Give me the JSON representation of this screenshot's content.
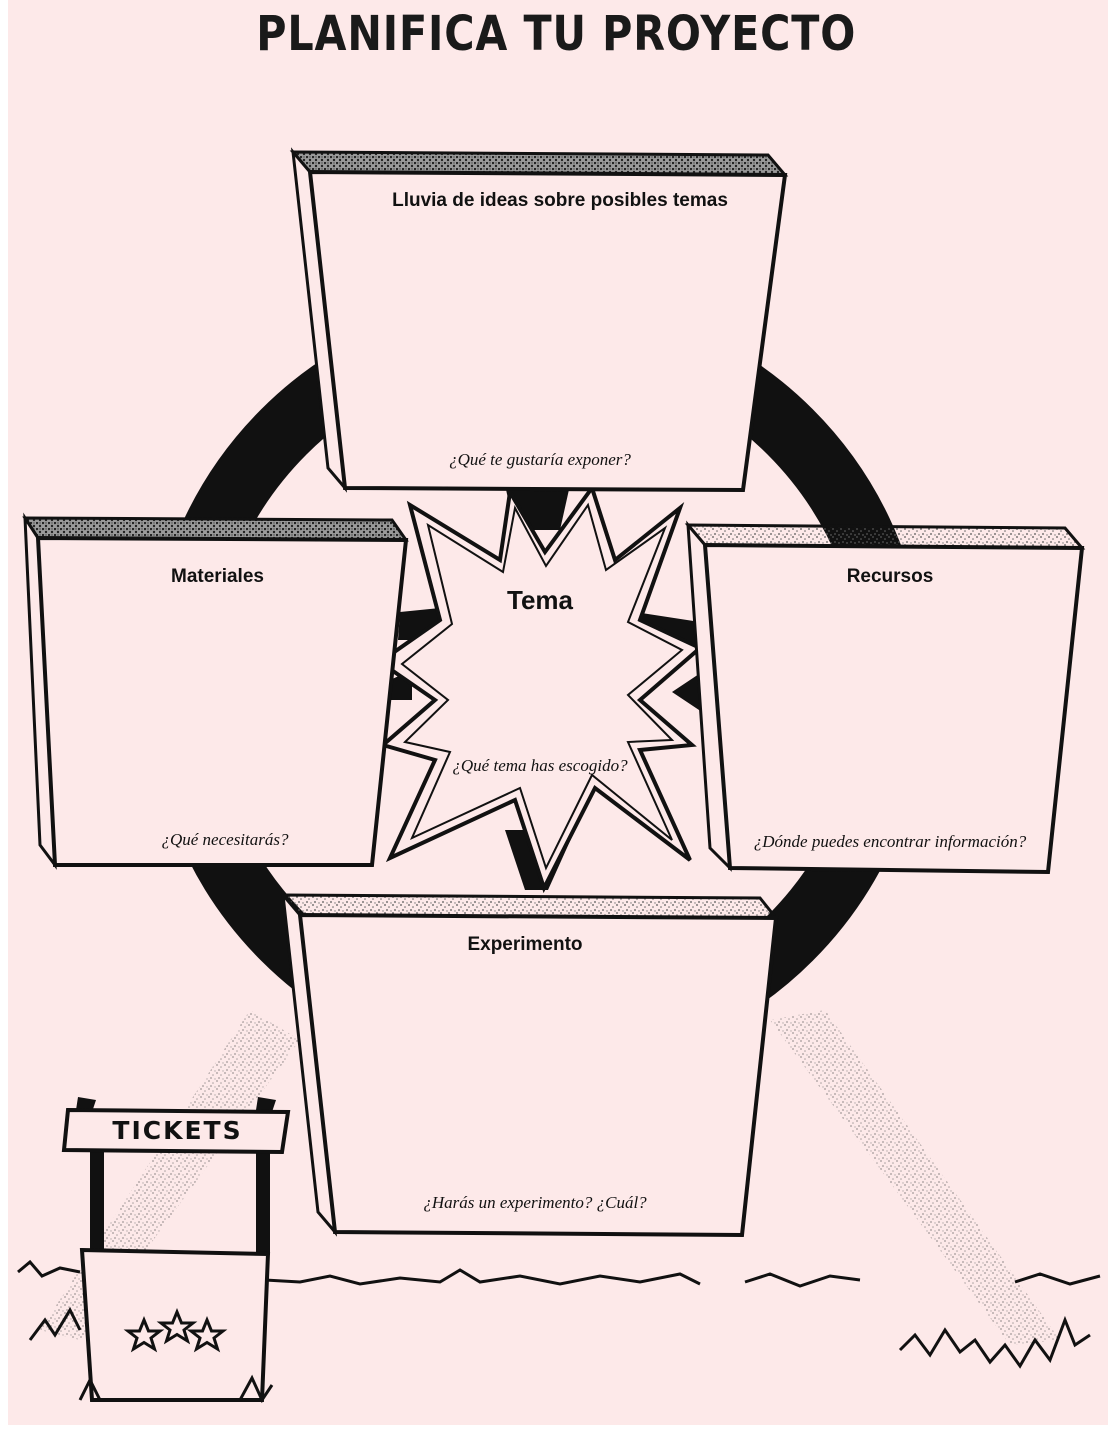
{
  "title": "PLANIFICA TU PROYECTO",
  "center": {
    "heading": "Tema",
    "prompt": "¿Qué tema has escogido?"
  },
  "boxes": {
    "top": {
      "heading": "Lluvia de ideas sobre posibles temas",
      "prompt": "¿Qué te gustaría exponer?"
    },
    "left": {
      "heading": "Materiales",
      "prompt": "¿Qué necesitarás?"
    },
    "right": {
      "heading": "Recursos",
      "prompt": "¿Dónde puedes encontrar información?"
    },
    "bottom": {
      "heading": "Experimento",
      "prompt": "¿Harás un experimento? ¿Cuál?"
    }
  },
  "booth": {
    "sign": "TICKETS"
  },
  "colors": {
    "background": "#fde9e9",
    "ink": "#111111"
  },
  "icons": [
    "star-icon",
    "star-icon",
    "star-icon"
  ]
}
